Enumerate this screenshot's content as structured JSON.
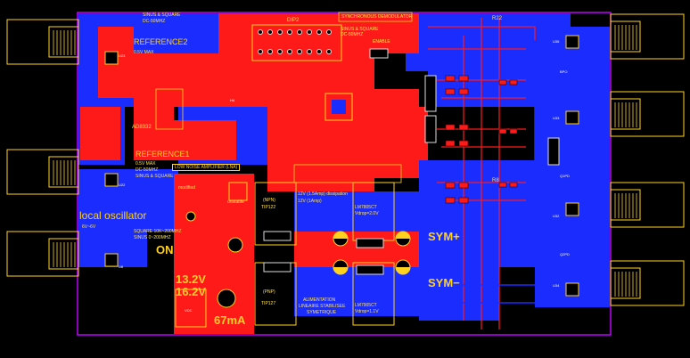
{
  "colors": {
    "copper_red": "#ff1a1a",
    "copper_blue": "#1a2cff",
    "silkscreen": "#ffd21f",
    "board_outline": "#c000ff"
  },
  "labels": {
    "reference2": "REFERENCE2",
    "reference2_sub1": "SINUS & SQUARE",
    "reference2_sub2": "DC-50MHZ",
    "reference2_amp": "0.5V MAX",
    "reference1": "REFERENCE1",
    "reference1_amp": "0.5V MAX",
    "reference1_sub1": "DC-50MHZ",
    "reference1_sub2": "SINUS & SQUARE",
    "local_osc": "local oscillator",
    "local_osc_range": "6V~6V",
    "local_osc_sq": "SQUARE 10K~200MHZ",
    "local_osc_sin": "SINUS 0~200MHZ",
    "on": "ON",
    "v1": "13.2V",
    "v2": "16.2V",
    "current": "67mA",
    "sym_plus": "SYM+",
    "sym_minus": "SYM−",
    "dip2": "DIP2",
    "sync_demod": "SYNCHRONOUS DEMODULATOR",
    "sinus_square": "SINUS & SQUARE",
    "dc_50mhz": "DC-50MHZ",
    "enable": "ENABLE",
    "low_noise_amp": "LOW NOISE AMPLIFIER (LNA)",
    "ad8332": "AD8332",
    "dissipation": "12V (1.5Amp) dissipation",
    "dissipation2": "12V (1Amp)",
    "npn": "(NPN)",
    "tip122": "TIP122",
    "pnp": "(PNP)",
    "tip127": "TIP127",
    "lm7805": "LM7805CT",
    "vdrop1": "Vdrop=2.0V",
    "lm7905": "LM7905CT",
    "vdrop2": "Vdrop=1.1V",
    "alim1": "ALIMENTATION",
    "alim2": "LINEAIRE STABILISEE",
    "alim3": "SYMETRIQUE",
    "unstable": "unstable",
    "modified": "modified",
    "vcc": "VCC",
    "u8": "U8",
    "u22": "U22",
    "u23": "U23",
    "u32": "U32",
    "u33": "U33",
    "u34": "U34",
    "u35": "U35",
    "r22": "R22",
    "r8": "R8",
    "bpo": "BPO",
    "q1pd": "Q1PD",
    "q2pd": "Q2PD",
    "h4": "H4"
  }
}
